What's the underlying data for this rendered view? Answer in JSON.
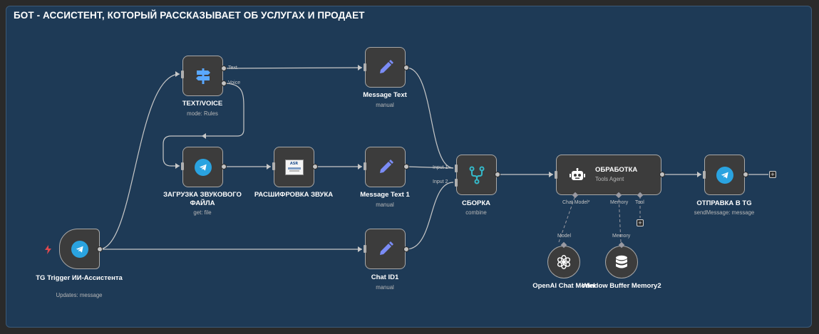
{
  "workflow": {
    "title": "БОТ - АССИСТЕНТ, КОТОРЫЙ РАССКАЗЫВАЕТ ОБ УСЛУГАХ И ПРОДАЕТ"
  },
  "nodes": {
    "trigger": {
      "label": "TG Trigger ИИ-Ассистента",
      "subtitle": "Updates: message"
    },
    "switch": {
      "label": "TEXT/VOICE",
      "subtitle": "mode: Rules",
      "out_text": "Text",
      "out_voice": "Voice"
    },
    "download": {
      "label": "ЗАГРУЗКА ЗВУКОВОГО ФАЙЛА",
      "subtitle": "get: file"
    },
    "transcribe": {
      "label": "РАСШИФРОВКА ЗВУКА"
    },
    "message_text": {
      "label": "Message Text",
      "subtitle": "manual"
    },
    "message_text_1": {
      "label": "Message Text 1",
      "subtitle": "manual"
    },
    "chat_id": {
      "label": "Chat ID1",
      "subtitle": "manual"
    },
    "merge": {
      "label": "СБОРКА",
      "subtitle": "combine",
      "input_1": "Input 1",
      "input_2": "Input 2"
    },
    "agent": {
      "label": "ОБРАБОТКА",
      "subtitle": "Tools Agent",
      "port_chat_model": "Chat Model*",
      "port_memory": "Memory",
      "port_tool": "Tool"
    },
    "send": {
      "label": "ОТПРАВКА В TG",
      "subtitle": "sendMessage: message"
    },
    "openai": {
      "label": "OpenAI Chat Model",
      "port": "Model"
    },
    "memory": {
      "label": "Window Buffer Memory2",
      "port": "Memory"
    }
  },
  "icons": {
    "trigger": "bolt-icon",
    "telegram": "telegram-icon",
    "switch": "signpost-icon",
    "edit": "pencil-icon",
    "merge": "merge-icon",
    "agent": "robot-icon",
    "openai": "openai-icon",
    "memory": "database-icon",
    "transcribe": "whisper-icon"
  },
  "colors": {
    "canvas": "#1e3a56",
    "node": "#3c3c3c",
    "telegram": "#2aa3e0",
    "pencil": "#7b8cf6",
    "merge": "#35b8c8",
    "trigger_bolt": "#e0494d"
  }
}
